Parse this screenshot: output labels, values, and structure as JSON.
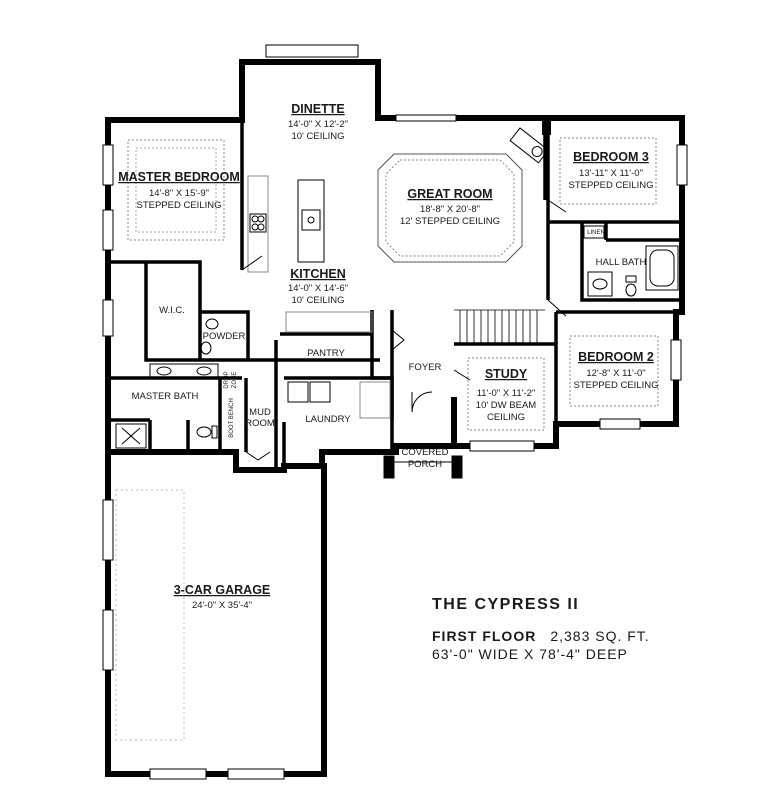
{
  "plan": {
    "title": "THE CYPRESS II",
    "floor_label": "FIRST FLOOR",
    "area": "2,383 SQ. FT.",
    "dimensions": "63'-0\" WIDE X 78'-4\" DEEP"
  },
  "rooms": {
    "dinette": {
      "name": "DINETTE",
      "size": "14'-0\" X 12'-2\"",
      "note": "10' CEILING"
    },
    "master_bedroom": {
      "name": "MASTER BEDROOM",
      "size": "14'-8\" X 15'-9\"",
      "note": "STEPPED CEILING"
    },
    "great_room": {
      "name": "GREAT ROOM",
      "size": "18'-8\" X 20'-8\"",
      "note": "12' STEPPED CEILING"
    },
    "bedroom3": {
      "name": "BEDROOM 3",
      "size": "13'-11\" X 11'-0\"",
      "note": "STEPPED CEILING"
    },
    "kitchen": {
      "name": "KITCHEN",
      "size": "14'-0\" X 14'-6\"",
      "note": "10' CEILING"
    },
    "linen": {
      "name": "LINEN"
    },
    "hall_bath": {
      "name": "HALL BATH"
    },
    "wic": {
      "name": "W.I.C."
    },
    "powder": {
      "name": "POWDER"
    },
    "pantry": {
      "name": "PANTRY"
    },
    "foyer": {
      "name": "FOYER"
    },
    "study": {
      "name": "STUDY",
      "size": "11'-0\" X 11'-2\"",
      "note1": "10' DW BEAM",
      "note2": "CEILING"
    },
    "bedroom2": {
      "name": "BEDROOM 2",
      "size": "12'-8\" X 11'-0\"",
      "note": "STEPPED CEILING"
    },
    "master_bath": {
      "name": "MASTER BATH"
    },
    "drop_zone": {
      "line1": "DROP",
      "line2": "ZONE"
    },
    "boot_bench": {
      "name": "BOOT BENCH"
    },
    "mud_room": {
      "line1": "MUD",
      "line2": "ROOM"
    },
    "laundry": {
      "name": "LAUNDRY"
    },
    "covered_porch": {
      "line1": "COVERED",
      "line2": "PORCH"
    },
    "garage": {
      "name": "3-CAR GARAGE",
      "size": "24'-0\" X 35'-4\""
    }
  }
}
